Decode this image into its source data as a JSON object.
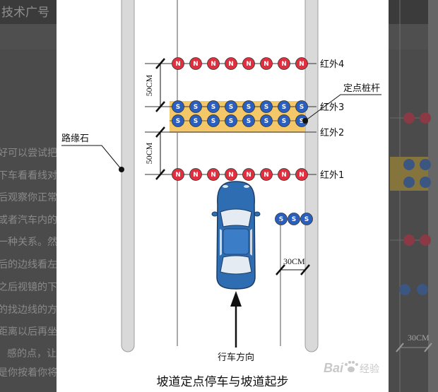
{
  "background": {
    "header_fragment": "技术广号",
    "text_fragments": [
      "好可以尝试把",
      "下车看看线对",
      "后观察你正常",
      "或者汽车内的",
      "一种关系。然",
      "后的边线看左",
      "之后视镜的下",
      "的找边线的方",
      "距离以后再坐",
      "感的点，让",
      "是你按着你将"
    ],
    "right_gap_label": "30CM"
  },
  "diagram": {
    "caption": "坡道定点停车与坡道起步",
    "curb_label": "路缘石",
    "post_label": "定点桩杆",
    "direction_label": "行车方向",
    "sensor_labels": [
      "红外4",
      "红外3",
      "红外2",
      "红外1"
    ],
    "spacing_labels": [
      "50CM",
      "50CM"
    ],
    "gap_label": "30CM",
    "marker_letters": {
      "red": "N",
      "blue": "S"
    }
  },
  "watermark": {
    "prefix": "Bai",
    "suffix": "经验"
  },
  "colors": {
    "marker_red": "#e0303f",
    "marker_blue": "#2b5fbd",
    "marker_red_dim": "#8a3a44",
    "marker_blue_dim": "#3b5680",
    "zone_yellow": "#f4c768",
    "curb_gray": "#d9d9d9",
    "car_blue": "#2f6db3",
    "backdrop": "#4b4b4b"
  }
}
